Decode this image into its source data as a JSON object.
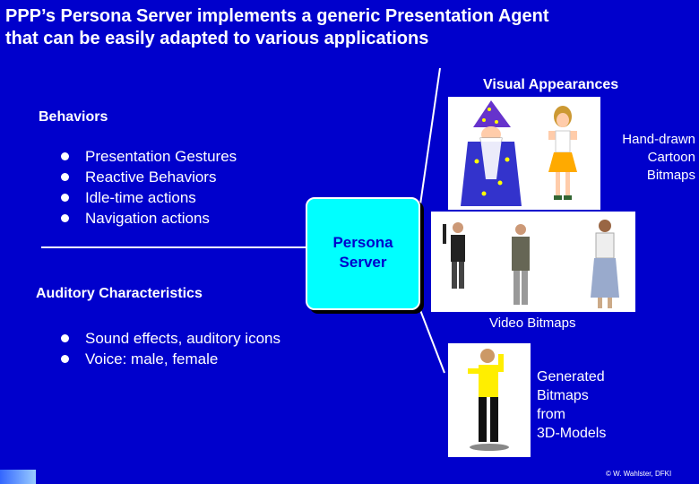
{
  "slide": {
    "title_line1": "PPP’s Persona Server implements a generic Presentation Agent",
    "title_line2": "that can be easily adapted to various applications",
    "behaviors": {
      "heading": "Behaviors",
      "items": [
        "Presentation Gestures",
        "Reactive Behaviors",
        "Idle-time actions",
        "Navigation actions"
      ]
    },
    "auditory": {
      "heading": "Auditory Characteristics",
      "items": [
        "Sound effects, auditory icons",
        "Voice: male, female"
      ]
    },
    "center_box": {
      "line1": "Persona",
      "line2": "Server"
    },
    "visual": {
      "heading": "Visual Appearances",
      "cartoon_caption": [
        "Hand-drawn",
        "Cartoon",
        "Bitmaps"
      ],
      "video_caption": "Video Bitmaps",
      "generated_caption": [
        "Generated",
        "Bitmaps",
        "from",
        "3D-Models"
      ]
    },
    "copyright": "© W. Wahlster, DFKI",
    "colors": {
      "background": "#0000cc",
      "box_fill": "#00ffff",
      "text": "#ffffff"
    }
  }
}
